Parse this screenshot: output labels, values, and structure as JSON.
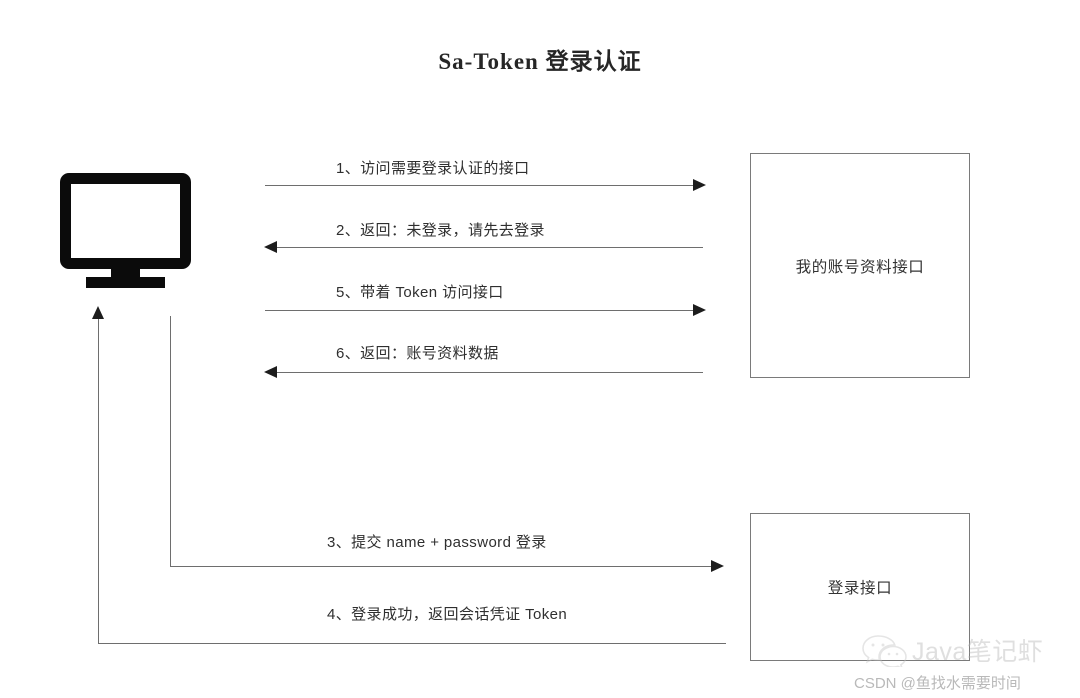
{
  "diagram": {
    "title": "Sa-Token 登录认证",
    "type": "sequence-diagram",
    "actors": {
      "client": {
        "icon": "monitor-icon",
        "label": ""
      },
      "account_api": {
        "label": "我的账号资料接口"
      },
      "login_api": {
        "label": "登录接口"
      }
    },
    "steps": [
      {
        "number": "1",
        "label": "1、访问需要登录认证的接口",
        "from": "client",
        "to": "account_api",
        "direction": "right"
      },
      {
        "number": "2",
        "label": "2、返回：未登录，请先去登录",
        "from": "account_api",
        "to": "client",
        "direction": "left"
      },
      {
        "number": "5",
        "label": "5、带着 Token 访问接口",
        "from": "client",
        "to": "account_api",
        "direction": "right"
      },
      {
        "number": "6",
        "label": "6、返回：账号资料数据",
        "from": "account_api",
        "to": "client",
        "direction": "left"
      },
      {
        "number": "3",
        "label": "3、提交 name + password 登录",
        "from": "client",
        "to": "login_api",
        "direction": "right"
      },
      {
        "number": "4",
        "label": "4、登录成功，返回会话凭证 Token",
        "from": "login_api",
        "to": "client",
        "direction": "left"
      }
    ]
  },
  "watermarks": {
    "wechat_name": "Java笔记虾",
    "csdn_credit": "CSDN @鱼找水需要时间"
  },
  "colors": {
    "background": "#ffffff",
    "line": "#6e6e6e",
    "arrow_head": "#1d1d1d",
    "box_border": "#7a7a7a",
    "text": "#2f2f2f",
    "title": "#262626",
    "monitor": "#0b0b0b",
    "watermark": "#b9b9b9"
  }
}
